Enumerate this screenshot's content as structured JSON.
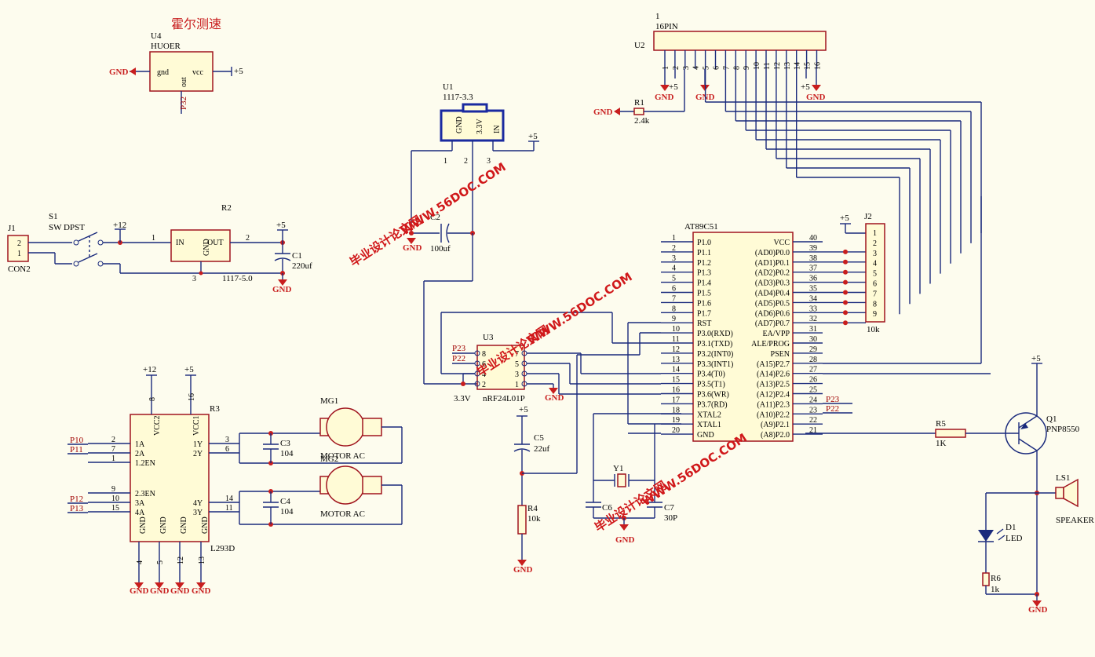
{
  "title": "霍尔测速",
  "u4": {
    "ref": "U4",
    "name": "HUOER",
    "gnd": "gnd",
    "vcc": "vcc",
    "out": "out",
    "pin": "P32"
  },
  "u1": {
    "ref": "U1",
    "name": "1117-3.3",
    "gnd": "GND",
    "v33": "3.3V",
    "in": "IN",
    "p1": "1",
    "p2": "2",
    "p3": "3"
  },
  "c2": {
    "ref": "C2",
    "val": "100uf"
  },
  "j1": {
    "ref": "J1",
    "name": "CON2",
    "p2": "2",
    "p1": "1"
  },
  "s1": {
    "ref": "S1",
    "name": "SW DPST"
  },
  "r2": {
    "ref": "R2",
    "in": "IN",
    "gnd": "GND",
    "out": "OUT",
    "p1": "1",
    "p2": "2",
    "p3": "3",
    "name": "1117-5.0"
  },
  "c1": {
    "ref": "C1",
    "val": "220uf"
  },
  "power": {
    "p12": "+12",
    "p5": "+5",
    "gnd": "GND",
    "v33": "3.3V"
  },
  "u2": {
    "num": "1",
    "ref": "U2",
    "name": "16PIN",
    "pins": [
      "1",
      "2",
      "3",
      "4",
      "5",
      "6",
      "7",
      "8",
      "9",
      "10",
      "11",
      "12",
      "13",
      "14",
      "15",
      "16"
    ]
  },
  "r1": {
    "ref": "R1",
    "val": "2.4k"
  },
  "j2": {
    "ref": "J2",
    "val": "10k",
    "pins": [
      "1",
      "2",
      "3",
      "4",
      "5",
      "6",
      "7",
      "8",
      "9"
    ]
  },
  "mcu": {
    "ref": "AT89C51",
    "left_nums": [
      "1",
      "2",
      "3",
      "4",
      "5",
      "6",
      "7",
      "8",
      "9",
      "10",
      "11",
      "12",
      "13",
      "14",
      "15",
      "16",
      "17",
      "18",
      "19",
      "20"
    ],
    "left_names": [
      "P1.0",
      "P1.1",
      "P1.2",
      "P1.3",
      "P1.4",
      "P1.5",
      "P1.6",
      "P1.7",
      "RST",
      "P3.0(RXD)",
      "P3.1(TXD)",
      "P3.2(INT0)",
      "P3.3(INT1)",
      "P3.4(T0)",
      "P3.5(T1)",
      "P3.6(WR)",
      "P3.7(RD)",
      "XTAL2",
      "XTAL1",
      "GND"
    ],
    "right_nums": [
      "40",
      "39",
      "38",
      "37",
      "36",
      "35",
      "34",
      "33",
      "32",
      "31",
      "30",
      "29",
      "28",
      "27",
      "26",
      "25",
      "24",
      "23",
      "22",
      "21"
    ],
    "right_names": [
      "VCC",
      "(AD0)P0.0",
      "(AD1)P0.1",
      "(AD2)P0.2",
      "(AD3)P0.3",
      "(AD4)P0.4",
      "(AD5)P0.5",
      "(AD6)P0.6",
      "(AD7)P0.7",
      "EA/VPP",
      "ALE/PROG",
      "PSEN",
      "(A15)P2.7",
      "(A14)P2.6",
      "(A13)P2.5",
      "(A12)P2.4",
      "(A11)P2.3",
      "(A10)P2.2",
      "(A9)P2.1",
      "(A8)P2.0"
    ]
  },
  "u3": {
    "ref": "U3",
    "name": "nRF24L01P",
    "p23": "P23",
    "p22": "P22",
    "l_pins": [
      "8",
      "6",
      "4",
      "2"
    ],
    "r_pins": [
      "7",
      "5",
      "3",
      "1"
    ]
  },
  "c5": {
    "ref": "C5",
    "val": "22uf"
  },
  "r4": {
    "ref": "R4",
    "val": "10k"
  },
  "y1": {
    "ref": "Y1"
  },
  "c6": {
    "ref": "C6"
  },
  "c7": {
    "ref": "C7",
    "val": "30P"
  },
  "nets_right": {
    "p23": "P23",
    "p22": "P22"
  },
  "r5": {
    "ref": "R5",
    "val": "1K"
  },
  "q1": {
    "ref": "Q1",
    "name": "PNP8550"
  },
  "ls1": {
    "ref": "LS1",
    "name": "SPEAKER"
  },
  "d1": {
    "ref": "D1",
    "name": "LED"
  },
  "r6": {
    "ref": "R6",
    "val": "1k"
  },
  "r3": {
    "ref": "R3",
    "name": "L293D",
    "vcc2": "VCC2",
    "vcc1": "VCC1",
    "left": [
      "1A",
      "2A",
      "1.2EN",
      "2.3EN",
      "3A",
      "4A"
    ],
    "left_nums": [
      "2",
      "7",
      "1",
      "9",
      "10",
      "15"
    ],
    "right": [
      "1Y",
      "2Y",
      "4Y",
      "3Y"
    ],
    "right_nums": [
      "3",
      "6",
      "14",
      "11"
    ],
    "top_nums": [
      "8",
      "16"
    ],
    "bottom": [
      "GND",
      "GND",
      "GND",
      "GND"
    ],
    "bottom_nums": [
      "4",
      "5",
      "12",
      "13"
    ],
    "nets": [
      "P10",
      "P11",
      "P12",
      "P13"
    ]
  },
  "c3": {
    "ref": "C3",
    "val": "104"
  },
  "c4": {
    "ref": "C4",
    "val": "104"
  },
  "mg1": {
    "ref": "MG1",
    "name": "MOTOR AC"
  },
  "mg2": {
    "ref": "MG2",
    "name": "MOTOR AC"
  },
  "watermarks": {
    "w1": "WWW.56DOC.COM",
    "w2": "毕业设计论文网"
  }
}
